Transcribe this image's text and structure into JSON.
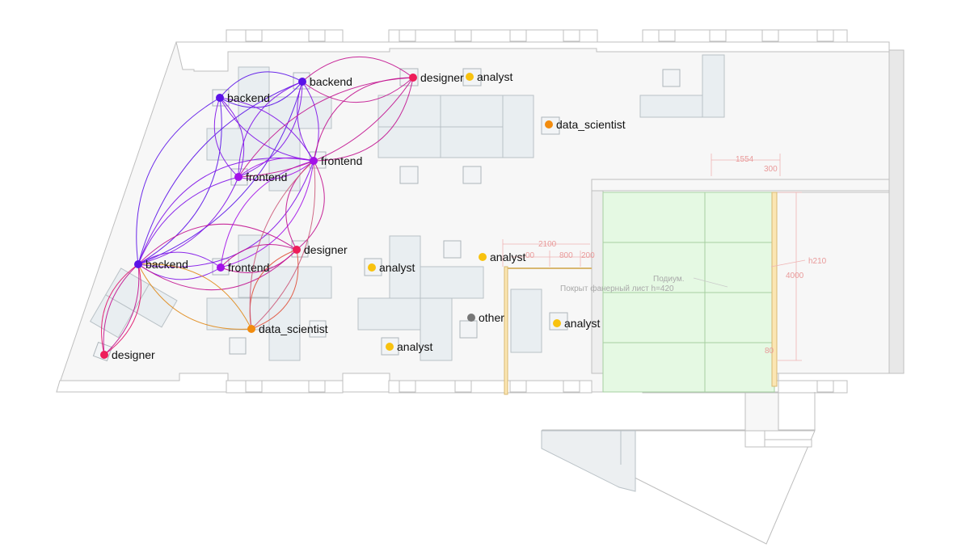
{
  "nodes": [
    {
      "id": "n_designer_top",
      "role": "designer",
      "color": "#ee1e5a"
    },
    {
      "id": "n_analyst_top",
      "role": "analyst",
      "color": "#f8c20f"
    },
    {
      "id": "n_backend_1",
      "role": "backend",
      "color": "#5b12e8"
    },
    {
      "id": "n_backend_2",
      "role": "backend",
      "color": "#5b12e8"
    },
    {
      "id": "n_data_sci_top",
      "role": "data_scientist",
      "color": "#f28c0f"
    },
    {
      "id": "n_frontend_1",
      "role": "frontend",
      "color": "#a312e8"
    },
    {
      "id": "n_frontend_2",
      "role": "frontend",
      "color": "#a312e8"
    },
    {
      "id": "n_backend_3",
      "role": "backend",
      "color": "#5b12e8"
    },
    {
      "id": "n_frontend_3",
      "role": "frontend",
      "color": "#a312e8"
    },
    {
      "id": "n_designer_mid",
      "role": "designer",
      "color": "#ee1e5a"
    },
    {
      "id": "n_analyst_mid1",
      "role": "analyst",
      "color": "#f8c20f"
    },
    {
      "id": "n_analyst_mid2",
      "role": "analyst",
      "color": "#f8c20f"
    },
    {
      "id": "n_other",
      "role": "other",
      "color": "#777777"
    },
    {
      "id": "n_analyst_right",
      "role": "analyst",
      "color": "#f8c20f"
    },
    {
      "id": "n_data_sci_bottom",
      "role": "data_scientist",
      "color": "#f28c0f"
    },
    {
      "id": "n_analyst_bottom",
      "role": "analyst",
      "color": "#f8c20f"
    },
    {
      "id": "n_designer_bottom",
      "role": "designer",
      "color": "#ee1e5a"
    }
  ],
  "edges": [
    {
      "from": "n_backend_3",
      "to": "n_backend_1",
      "color": "#5b12e8"
    },
    {
      "from": "n_backend_3",
      "to": "n_backend_2",
      "color": "#5b12e8"
    },
    {
      "from": "n_backend_3",
      "to": "n_frontend_1",
      "color": "#7f12e8"
    },
    {
      "from": "n_backend_3",
      "to": "n_frontend_2",
      "color": "#7f12e8"
    },
    {
      "from": "n_backend_3",
      "to": "n_frontend_3",
      "color": "#7f12e8"
    },
    {
      "from": "n_backend_3",
      "to": "n_designer_mid",
      "color": "#c2128f"
    },
    {
      "from": "n_backend_3",
      "to": "n_designer_bottom",
      "color": "#c2128f"
    },
    {
      "from": "n_backend_3",
      "to": "n_data_sci_bottom",
      "color": "#e08a1a"
    },
    {
      "from": "n_backend_1",
      "to": "n_backend_2",
      "color": "#5b12e8"
    },
    {
      "from": "n_backend_1",
      "to": "n_frontend_1",
      "color": "#7f12e8"
    },
    {
      "from": "n_backend_1",
      "to": "n_frontend_2",
      "color": "#7f12e8"
    },
    {
      "from": "n_backend_1",
      "to": "n_designer_top",
      "color": "#c2128f"
    },
    {
      "from": "n_backend_2",
      "to": "n_frontend_1",
      "color": "#7f12e8"
    },
    {
      "from": "n_backend_2",
      "to": "n_frontend_2",
      "color": "#7f12e8"
    },
    {
      "from": "n_frontend_1",
      "to": "n_designer_top",
      "color": "#c2128f"
    },
    {
      "from": "n_frontend_1",
      "to": "n_frontend_2",
      "color": "#a312e8"
    },
    {
      "from": "n_frontend_1",
      "to": "n_frontend_3",
      "color": "#a312e8"
    },
    {
      "from": "n_frontend_1",
      "to": "n_designer_mid",
      "color": "#c2128f"
    },
    {
      "from": "n_frontend_2",
      "to": "n_designer_top",
      "color": "#c2128f"
    },
    {
      "from": "n_frontend_3",
      "to": "n_designer_mid",
      "color": "#c2128f"
    },
    {
      "from": "n_designer_mid",
      "to": "n_data_sci_bottom",
      "color": "#e0503a"
    },
    {
      "from": "n_frontend_1",
      "to": "n_data_sci_bottom",
      "color": "#cc5a7a"
    },
    {
      "from": "n_backend_3",
      "to": "n_designer_bottom",
      "color": "#e0126a"
    }
  ],
  "plan_annotations": {
    "dim_1554": "1554",
    "dim_300": "300",
    "dim_2100": "2100",
    "dim_800": "800",
    "dim_200": "200",
    "dim_00": "00",
    "dim_h210": "h210",
    "dim_4000": "4000",
    "dim_80": "80",
    "podium_title": "Подиум.",
    "podium_note": "Покрыт фанерный лист h=420"
  }
}
